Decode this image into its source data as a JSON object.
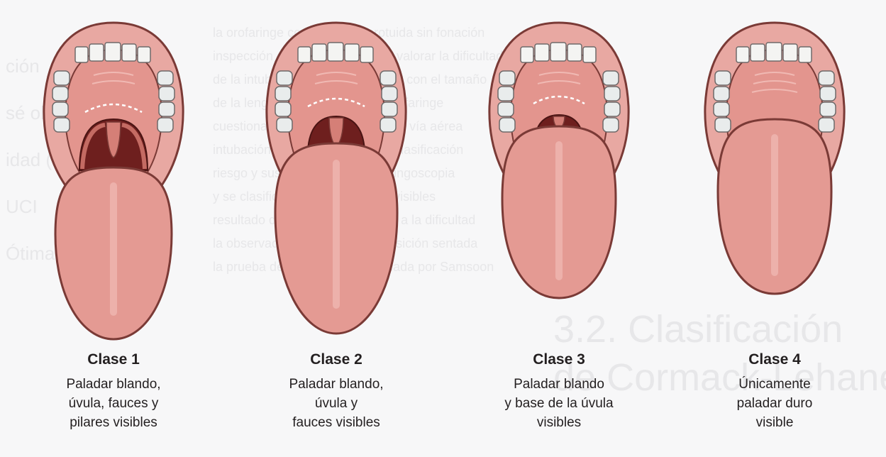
{
  "background_text": {
    "lines": [
      "la orofaringe con la lengua protuida sin fonación",
      "inspección de la faringe permite valorar la dificultad",
      "de la intubación, que se relaciona con el tamaño",
      "de la lengua y la exposición de la faringe",
      "cuestionario de la valoración de la vía aérea",
      "intubación orotraqueal según la clasificación",
      "riesgo y sus posibilidades de laringoscopia",
      "y se clasifica según estructuras visibles",
      "resultado de la prueba se asocia a la dificultad",
      "la observación de la úvula en posición sentada",
      "la prueba de Mallampati modificada por Samsoon"
    ],
    "heading_line1": "3.2. Clasificación",
    "heading_line2": "de Cormack-Lehane",
    "left_lines": [
      "ción",
      "sé ob",
      "idad (",
      "UCI",
      "Ótima"
    ]
  },
  "classes": [
    {
      "title": "Clase 1",
      "lines": [
        "Paladar blando,",
        "úvula, fauces y",
        "pilares visibles"
      ]
    },
    {
      "title": "Clase 2",
      "lines": [
        "Paladar blando,",
        "úvula y",
        "fauces visibles"
      ]
    },
    {
      "title": "Clase 3",
      "lines": [
        "Paladar blando",
        "y base de la úvula",
        "visibles"
      ]
    },
    {
      "title": "Clase 4",
      "lines": [
        "Únicamente",
        "paladar duro",
        "visible"
      ]
    }
  ],
  "colors": {
    "lip": "#e8a8a2",
    "lip_outline": "#7a3a36",
    "palate": "#e3958e",
    "throat": "#6e1f1e",
    "tongue": "#e49a93",
    "tooth": "#f4f4f2",
    "tooth_outline": "#6e6a6a"
  }
}
